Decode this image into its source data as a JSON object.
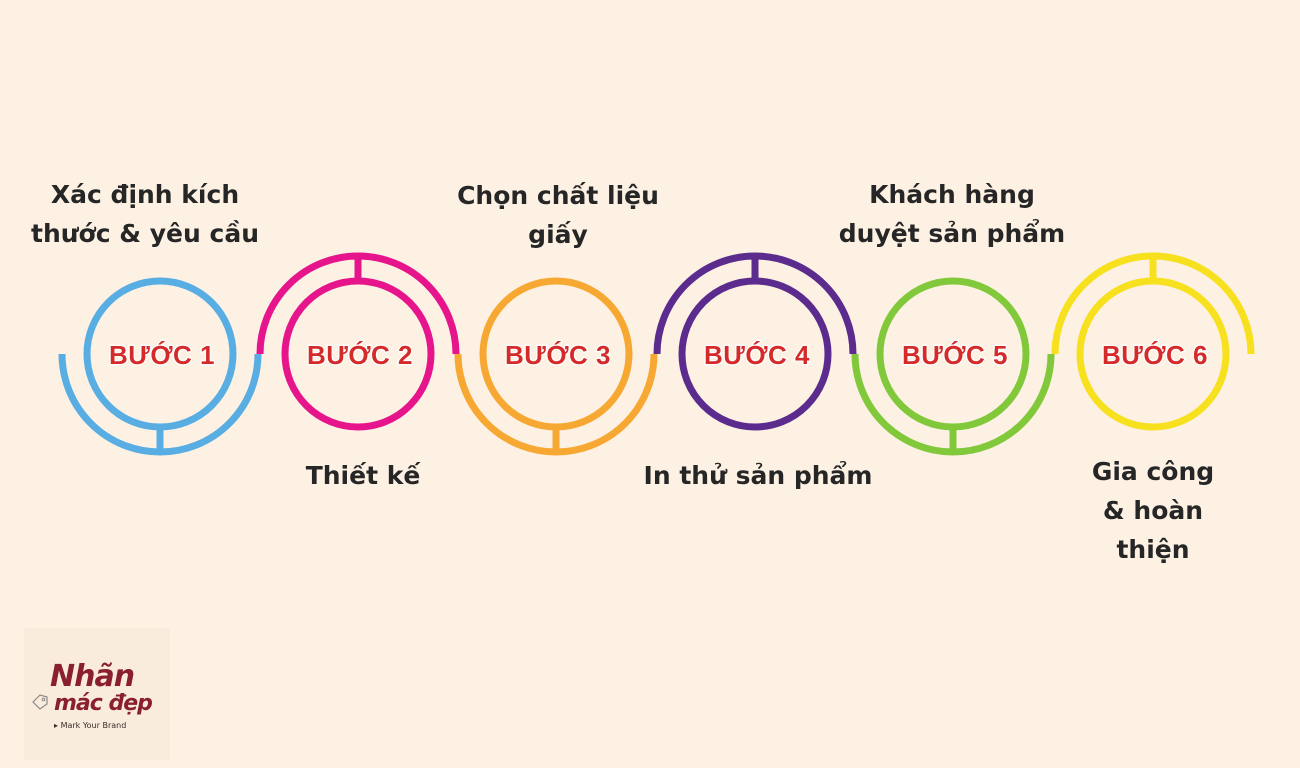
{
  "steps": [
    {
      "label": "BƯỚC 1",
      "text": "Xác định kích\nthước & yêu cầu",
      "color": "#58ADE3"
    },
    {
      "label": "BƯỚC 2",
      "text": "Thiết kế",
      "color": "#E6158C"
    },
    {
      "label": "BƯỚC 3",
      "text": "Chọn chất liệu\ngiấy",
      "color": "#F7A833"
    },
    {
      "label": "BƯỚC 4",
      "text": "In thử sản phẩm",
      "color": "#5B2C8D"
    },
    {
      "label": "BƯỚC 5",
      "text": "Khách hàng\nduyệt sản phẩm",
      "color": "#81C93A"
    },
    {
      "label": "BƯỚC 6",
      "text": "Gia công & hoàn\nthiện",
      "color": "#F7E01E"
    }
  ],
  "logo": {
    "line1": "Nhãn",
    "line2": "mác đẹp",
    "tagline": "Mark Your Brand",
    "color": "#8A1F2E"
  }
}
